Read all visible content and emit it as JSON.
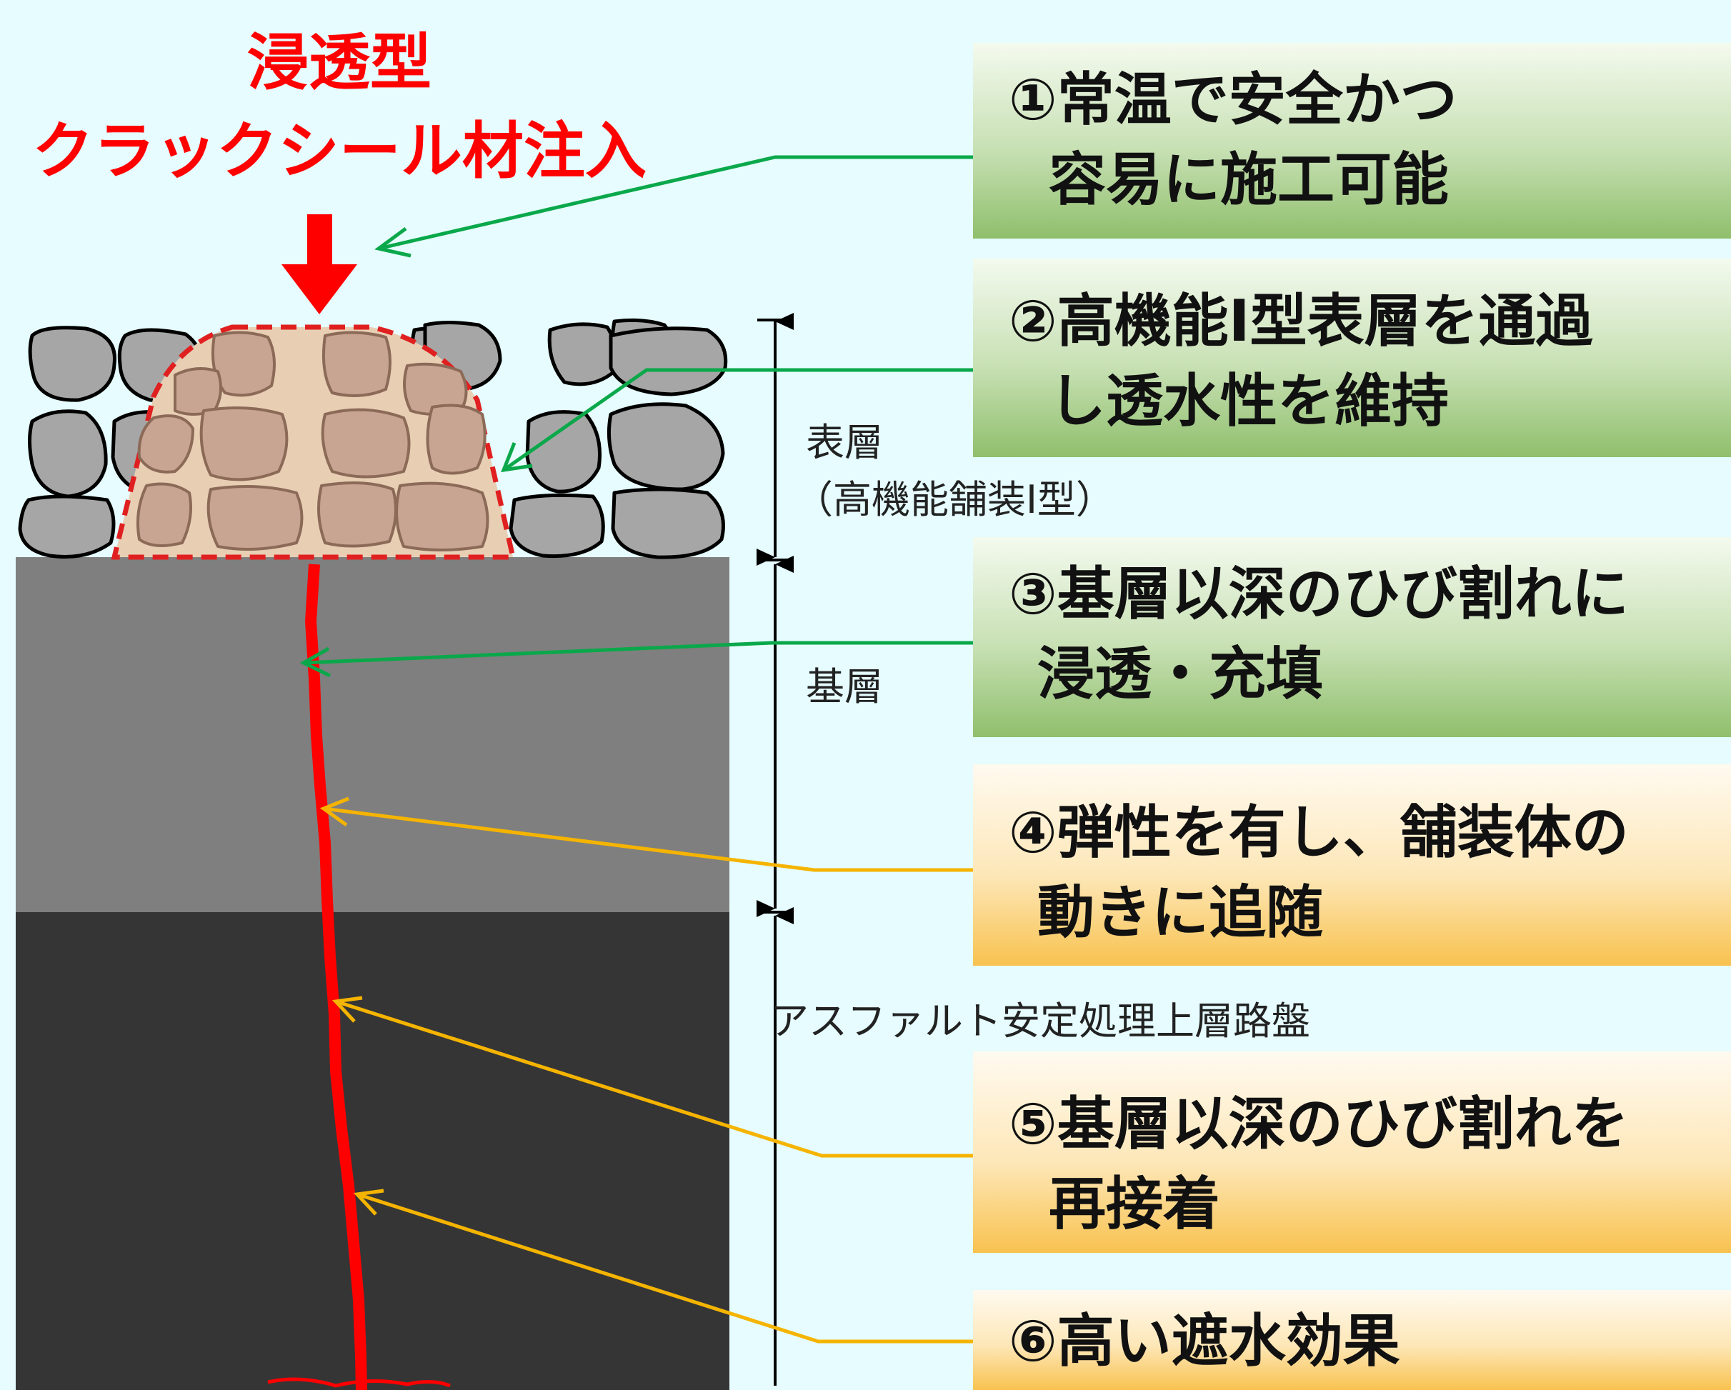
{
  "title": {
    "line1": "浸透型",
    "line2": "クラックシール材注入"
  },
  "layers": {
    "surface": {
      "name": "表層",
      "detail": "（高機能舗装Ⅰ型）"
    },
    "base": {
      "name": "基層"
    },
    "subbase": {
      "name": "アスファルト安定処理上層路盤"
    }
  },
  "callouts": [
    {
      "line1": "①常温で安全かつ",
      "line2": "容易に施工可能",
      "style": "green"
    },
    {
      "line1": "②高機能Ⅰ型表層を通過",
      "line2": "し透水性を維持",
      "style": "green"
    },
    {
      "line1": "③基層以深のひび割れに",
      "line2": "浸透・充填",
      "style": "green"
    },
    {
      "line1": "④弾性を有し、舗装体の",
      "line2": "動きに追随",
      "style": "orange"
    },
    {
      "line1": "⑤基層以深のひび割れを",
      "line2": "再接着",
      "style": "orange"
    },
    {
      "line1": "⑥高い遮水効果",
      "style": "orange"
    }
  ],
  "colors": {
    "background": "#e6fcfe",
    "base_layer": "#7f7f7f",
    "subbase_layer": "#353535",
    "stone": "#a6a6a6",
    "treated_stone": "#c8a592",
    "seal_zone": "#e8cfb4",
    "crack": "#ff0000",
    "green_arrow": "#0aa84a",
    "orange_arrow": "#f5b400"
  }
}
